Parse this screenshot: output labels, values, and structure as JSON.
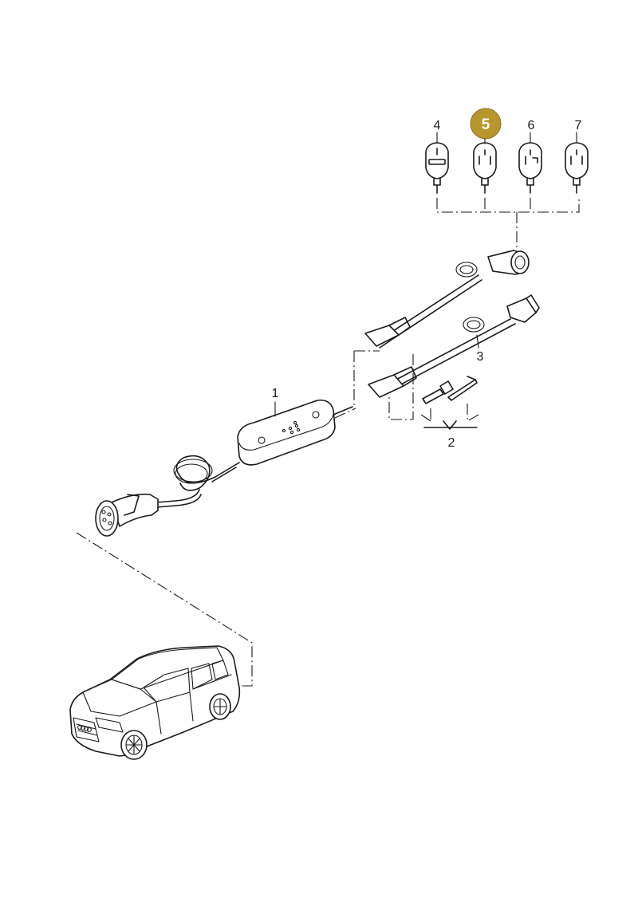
{
  "callouts": [
    {
      "id": "1",
      "label": "1"
    },
    {
      "id": "2",
      "label": "2"
    },
    {
      "id": "3",
      "label": "3"
    },
    {
      "id": "4",
      "label": "4"
    },
    {
      "id": "5",
      "label": "5",
      "highlighted": true
    },
    {
      "id": "6",
      "label": "6"
    },
    {
      "id": "7",
      "label": "7"
    }
  ],
  "colors": {
    "highlight": "#b8962e",
    "line": "#1a1a1a",
    "highlight_text": "#ffffff"
  }
}
